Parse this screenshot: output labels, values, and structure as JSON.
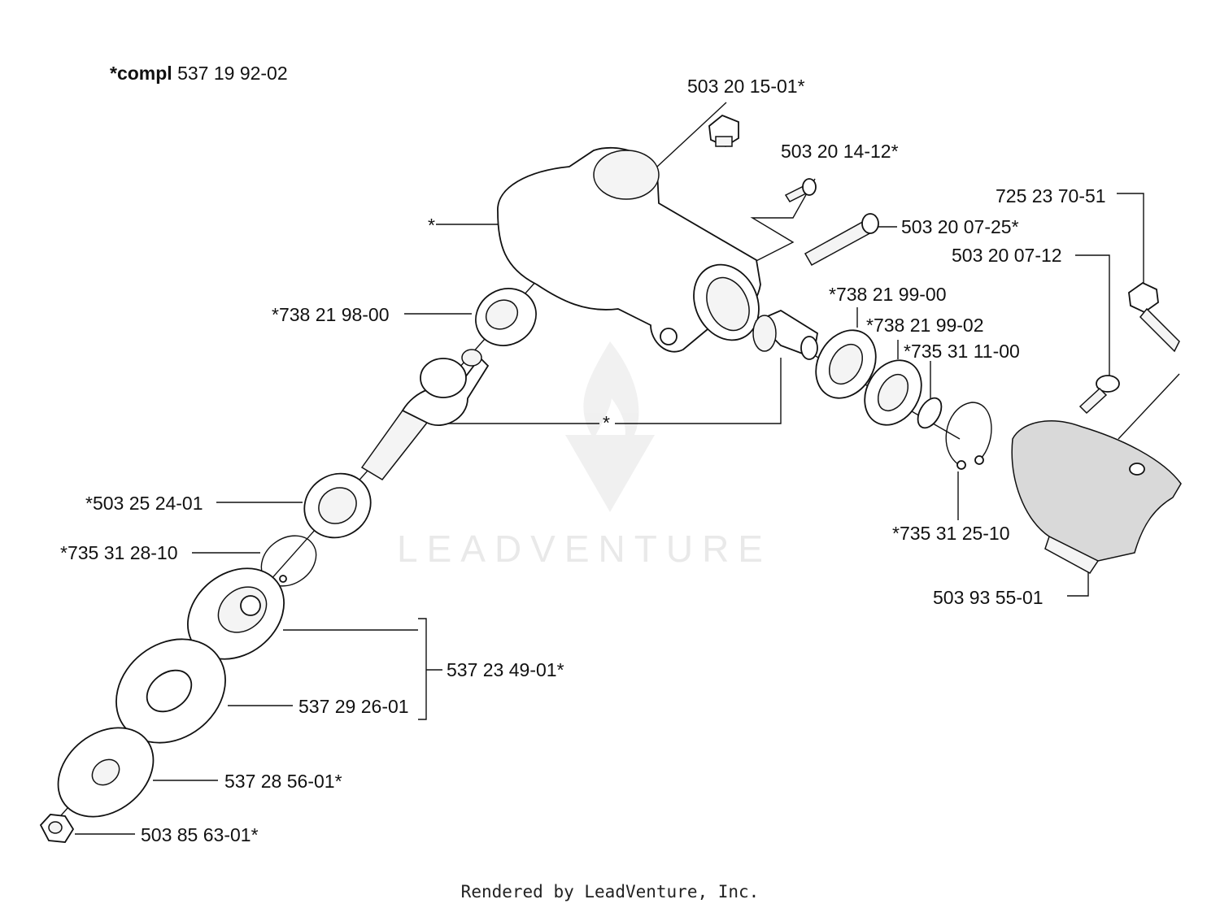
{
  "header": {
    "compl_prefix": "*compl",
    "compl_number": "537 19 92-02"
  },
  "labels": {
    "p_503_20_15_01": "503 20 15-01*",
    "p_503_20_14_12": "503 20 14-12*",
    "p_725_23_70_51": "725 23 70-51",
    "p_503_20_07_25": "503 20 07-25*",
    "p_503_20_07_12": "503 20 07-12",
    "housing_star": "*",
    "p_738_21_98_00": "*738 21 98-00",
    "p_738_21_99_00": "*738 21 99-00",
    "p_738_21_99_02": "*738 21 99-02",
    "p_735_31_11_00": "*735 31 11-00",
    "gear_star": "*",
    "p_503_25_24_01": "*503 25 24-01",
    "p_735_31_25_10": "*735 31 25-10",
    "p_735_31_28_10": "*735 31 28-10",
    "p_503_93_55_01": "503 93 55-01",
    "p_537_23_49_01": "537 23 49-01*",
    "p_537_29_26_01": "537 29 26-01",
    "p_537_28_56_01": "537 28 56-01*",
    "p_503_85_63_01": "503 85 63-01*"
  },
  "watermark": {
    "text": "LEADVENTURE"
  },
  "footer": {
    "text": "Rendered by LeadVenture, Inc."
  }
}
